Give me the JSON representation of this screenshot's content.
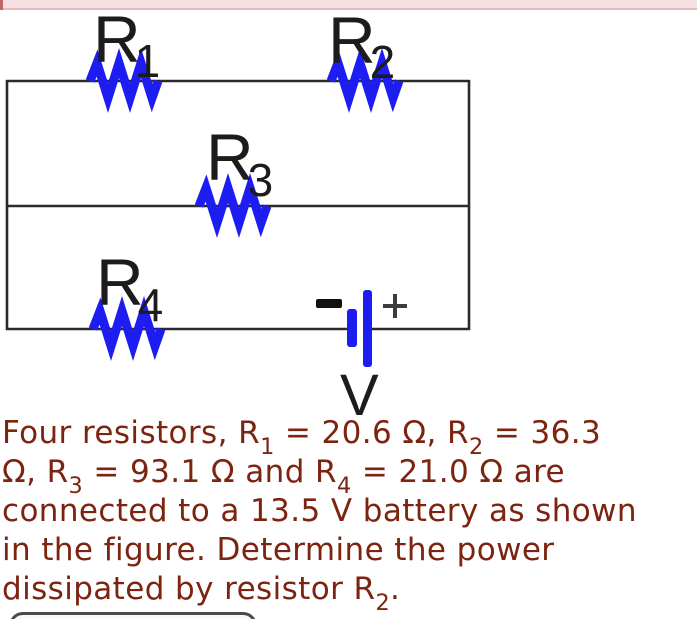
{
  "header": {
    "bar_color": "#f5e1e1",
    "bar_edge_color": "#e2bcbc"
  },
  "circuit": {
    "wire_color": "#2a2a2a",
    "component_color": "#1d1df2",
    "resistors": [
      {
        "name": "R",
        "sub": "1"
      },
      {
        "name": "R",
        "sub": "2"
      },
      {
        "name": "R",
        "sub": "3"
      },
      {
        "name": "R",
        "sub": "4"
      }
    ],
    "battery": {
      "label": "V",
      "negative_label": "−",
      "positive_label": "+"
    }
  },
  "problem": {
    "text_color": "#7c2410",
    "lines": [
      [
        {
          "t": "Four resistors, R"
        },
        {
          "s": "1"
        },
        {
          "t": " = 20.6 Ω, R"
        },
        {
          "s": "2"
        },
        {
          "t": " = 36.3"
        }
      ],
      [
        {
          "t": "Ω, R"
        },
        {
          "s": "3"
        },
        {
          "t": " = 93.1 Ω and R"
        },
        {
          "s": "4"
        },
        {
          "t": " = 21.0 Ω are"
        }
      ],
      [
        {
          "t": "connected to a 13.5 V battery as shown"
        }
      ],
      [
        {
          "t": "in the figure. Determine the power"
        }
      ],
      [
        {
          "t": "dissipated by resistor R"
        },
        {
          "s": "2"
        },
        {
          "t": "."
        }
      ]
    ]
  }
}
